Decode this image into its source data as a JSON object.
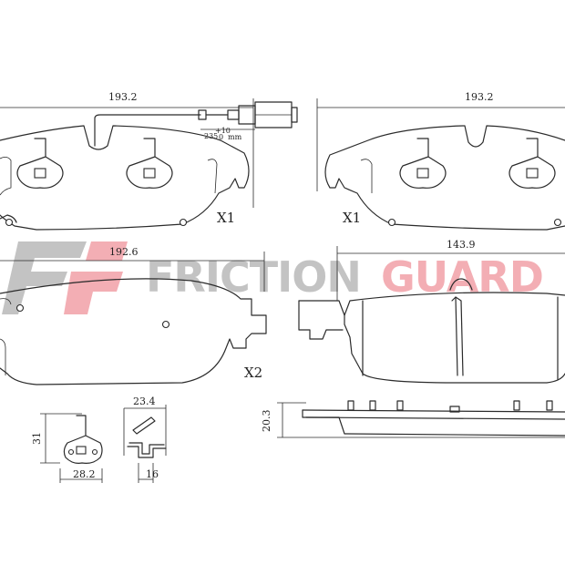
{
  "watermark": {
    "word1": "FRICTION",
    "word2": "GUARD",
    "color_dark": "#b9b9b9",
    "color_accent": "#f2a0a8"
  },
  "dimensions": {
    "top_left_width": "193.2",
    "top_right_width": "193.2",
    "bottom_left_width": "192.6",
    "bottom_right_width": "143.9",
    "thickness": "20.3",
    "clip_height": "31",
    "clip_width": "28.2",
    "spring_width": "23.4",
    "spring_depth": "16",
    "sensor_length": "235",
    "sensor_tolerance_plus": "+10",
    "sensor_tolerance_minus": "0",
    "sensor_unit": "mm"
  },
  "labels": {
    "qty_top_left": "X1",
    "qty_top_right": "X1",
    "qty_bottom_left": "X2"
  }
}
